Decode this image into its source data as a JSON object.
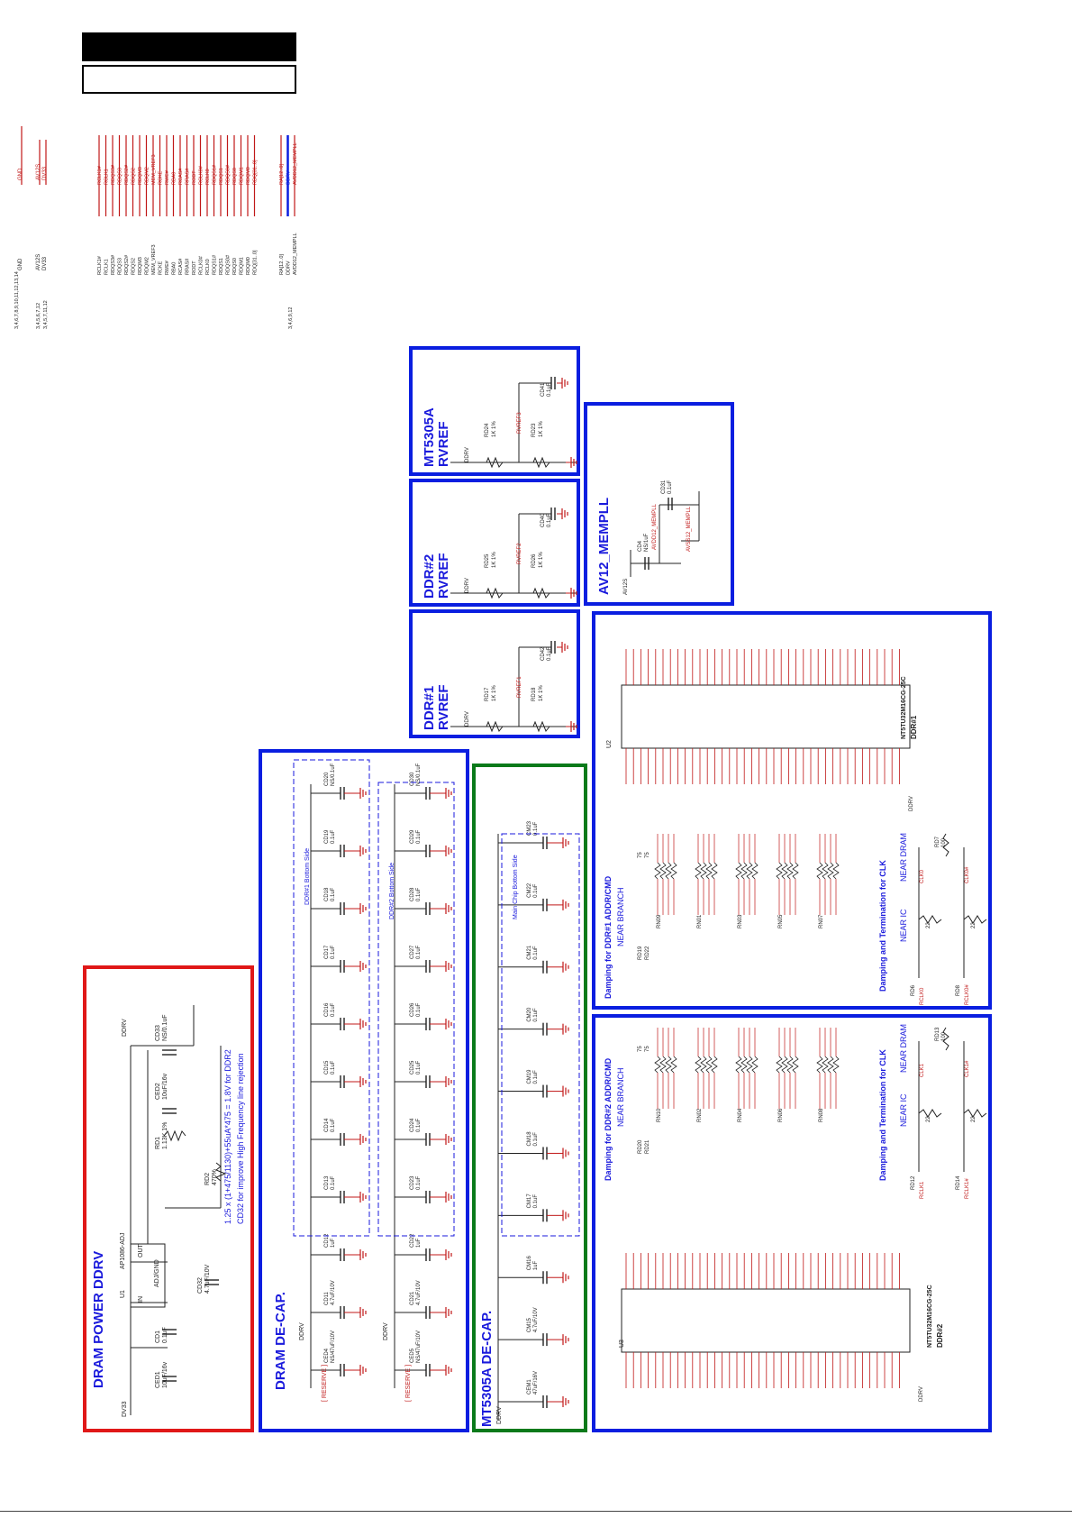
{
  "header": {
    "title_box_text": ""
  },
  "connector": {
    "nets_top": [
      "GND",
      "AV12S",
      "DV33"
    ],
    "nets_bus": [
      "RCLK1#",
      "RCLK1",
      "RDQS3#",
      "RDQS3",
      "RDQS2#",
      "RDQS2",
      "RDQM3",
      "RDQM2",
      "MEM_VREF3",
      "RCKE",
      "RWE#",
      "RBA0",
      "RCAS#",
      "RRAS#",
      "RODT",
      "RCLK0#",
      "RCLK0",
      "RDQS1#",
      "RDQS1",
      "RDQS0#",
      "RDQS0",
      "RDQM1",
      "RDQM0",
      "RDQ[31..0]"
    ],
    "nets_bottom": [
      "RA[12..0]",
      "DDRV",
      "AVDD12_MEMPLL"
    ],
    "sheet_refs": [
      "3,4,6,7,8,9,10,11,12,13,14",
      "3,4,5,6,7,12",
      "3,4,5,7,11,12",
      "3,4,6,9,12"
    ]
  },
  "blocks": {
    "power": {
      "title": "DRAM POWER DDRV",
      "u1": "U1",
      "u1_part": "AP1086-ADJ",
      "u1_in": "IN",
      "u1_out": "OUT",
      "u1_adj": "ADJ/GND",
      "net_in": "DV33",
      "net_out": "DDRV",
      "ced1": "CED1",
      "ced1_val": "10uF/16v",
      "cd1": "CD1",
      "cd1_val": "0.1uF",
      "cd32": "CD32",
      "cd32_val": "4.7uF/10V",
      "rd1": "RD1",
      "rd1_val": "1.13K 1%",
      "rd2": "RD2",
      "rd2_val": "470%",
      "ced2": "CED2",
      "ced2_val": "10uF/16v",
      "cd33": "CD33",
      "cd33_val": "NS/0.1uF",
      "note1": "1.25 x (1+475/1130)+55uA*475 = 1.8V for DDR2",
      "note2": "CD32 for improve High Frequency line rejection"
    },
    "decap": {
      "title": "DRAM DE-CAP.",
      "net": "DDRV",
      "reserve": "[ RESERVE ]",
      "side1": "DDR#1 Bottom Side",
      "side2": "DDR#2 Bottom Side",
      "row1": [
        {
          "ref": "CED4",
          "val": "NS/47uF/10V"
        },
        {
          "ref": "CD11",
          "val": "4.7uF/10V"
        },
        {
          "ref": "CD12",
          "val": "1uF"
        },
        {
          "ref": "CD13",
          "val": "0.1uF"
        },
        {
          "ref": "CD14",
          "val": "0.1uF"
        },
        {
          "ref": "CD15",
          "val": "0.1uF"
        },
        {
          "ref": "CD16",
          "val": "0.1uF"
        },
        {
          "ref": "CD17",
          "val": "0.1uF"
        },
        {
          "ref": "CD18",
          "val": "0.1uF"
        },
        {
          "ref": "CD19",
          "val": "0.1uF"
        },
        {
          "ref": "CD20",
          "val": "NS/0.1uF"
        }
      ],
      "row2": [
        {
          "ref": "CED5",
          "val": "NS/47uF/10V"
        },
        {
          "ref": "CD21",
          "val": "4.7uF/10V"
        },
        {
          "ref": "CD22",
          "val": "1uF"
        },
        {
          "ref": "CD23",
          "val": "0.1uF"
        },
        {
          "ref": "CD24",
          "val": "0.1uF"
        },
        {
          "ref": "CD25",
          "val": "0.1uF"
        },
        {
          "ref": "CD26",
          "val": "0.1uF"
        },
        {
          "ref": "CD27",
          "val": "0.1uF"
        },
        {
          "ref": "CD28",
          "val": "0.1uF"
        },
        {
          "ref": "CD29",
          "val": "0.1uF"
        },
        {
          "ref": "CD30",
          "val": "NS/0.1uF"
        }
      ]
    },
    "mt_decap": {
      "title": "MT5305A DE-CAP.",
      "net": "DDRV",
      "side": "Main Chip Bottom Side",
      "row": [
        {
          "ref": "CEM1",
          "val": "47uF/16V"
        },
        {
          "ref": "CM15",
          "val": "4.7uF/10V"
        },
        {
          "ref": "CM16",
          "val": "1uF"
        },
        {
          "ref": "CM17",
          "val": "0.1uF"
        },
        {
          "ref": "CM18",
          "val": "0.1uF"
        },
        {
          "ref": "CM19",
          "val": "0.1uF"
        },
        {
          "ref": "CM20",
          "val": "0.1uF"
        },
        {
          "ref": "CM21",
          "val": "0.1uF"
        },
        {
          "ref": "CM22",
          "val": "0.1uF"
        },
        {
          "ref": "CM23",
          "val": "0.1uF"
        }
      ]
    },
    "vref_mt": {
      "title1": "MT5305A",
      "title2": "RVREF",
      "net": "DDRV",
      "r1": "RD24",
      "r1v": "1K 1%",
      "r2": "RD23",
      "r2v": "1K 1%",
      "c": "CD41",
      "cv": "0.1uF",
      "sig": "RVREF3"
    },
    "vref_d2": {
      "title1": "DDR#2",
      "title2": "RVREF",
      "net": "DDRV",
      "r1": "RD25",
      "r1v": "1K 1%",
      "r2": "RD26",
      "r2v": "1K 1%",
      "c": "CD40",
      "cv": "0.1uF",
      "sig": "RVREF2"
    },
    "vref_d1": {
      "title1": "DDR#1",
      "title2": "RVREF",
      "net": "DDRV",
      "r1": "RD17",
      "r1v": "1K 1%",
      "r2": "RD18",
      "r2v": "1K 1%",
      "c": "CD42",
      "cv": "0.1uF",
      "sig": "RVREF1"
    },
    "av12": {
      "title": "AV12_MEMPLL",
      "net": "AV12S",
      "c1": "CD31",
      "c1v": "0.1uF",
      "c2": "CD4",
      "c2v": "NS/1uF",
      "n1": "AVDD12_MEMPLL",
      "n2": "AVSS12_MEMPLL"
    },
    "ddr1": {
      "title": "Damping for DDR#1 ADDR/CMD",
      "near_branch": "NEAR BRANCH",
      "term_title": "Damping and Termination for CLK",
      "near_ic": "NEAR IC",
      "near_dram": "NEAR DRAM",
      "chip_ref": "U2",
      "chip_part": "NT5TU32M16CG-25C",
      "chip_name": "DDR#1",
      "net": "DDRV",
      "r_labels": [
        "RD19",
        "RD22",
        "RN09",
        "RN01",
        "RN03",
        "RN05",
        "RN07",
        "RD6",
        "RD8",
        "RD7"
      ],
      "r_values": [
        "75",
        "75",
        "22",
        "22",
        "100"
      ],
      "clk_nets": [
        "RCLK0",
        "RCLK0#",
        "CLK0",
        "CLK0#"
      ]
    },
    "ddr2": {
      "title": "Damping for DDR#2 ADDR/CMD",
      "near_branch": "NEAR BRANCH",
      "term_title": "Damping and Termination for CLK",
      "near_ic": "NEAR IC",
      "near_dram": "NEAR DRAM",
      "chip_ref": "U3",
      "chip_part": "NT5TU32M16CG-25C",
      "chip_name": "DDR#2",
      "net": "DDRV",
      "r_labels": [
        "RD20",
        "RD21",
        "RN10",
        "RN02",
        "RN04",
        "RN06",
        "RN08",
        "RD12",
        "RD14",
        "RD13"
      ],
      "r_values": [
        "75",
        "75",
        "22",
        "22",
        "100"
      ],
      "clk_nets": [
        "RCLK1",
        "RCLK1#",
        "CLK1",
        "CLK1#"
      ]
    }
  },
  "colors": {
    "blue": "#0a1ee0",
    "red": "#e01818",
    "green": "#0a7a1a",
    "wire": "#222222",
    "net": "#c01818",
    "text": "#1a1adc"
  }
}
